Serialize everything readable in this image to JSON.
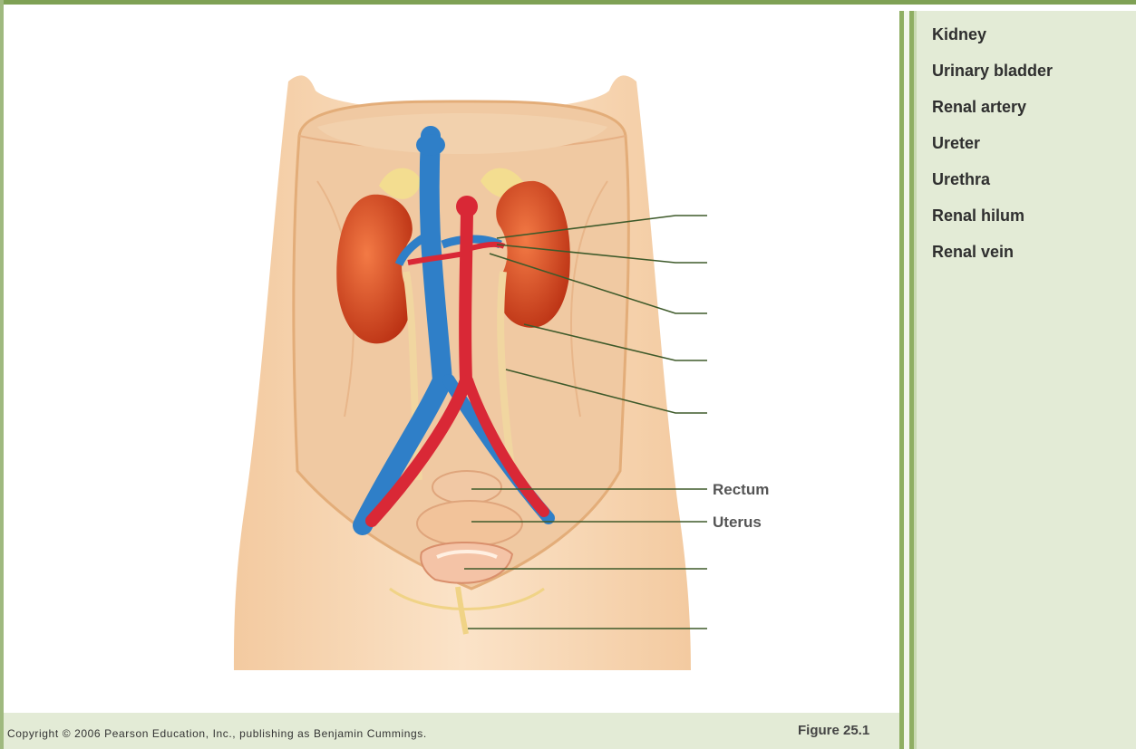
{
  "figure": {
    "copyright": "Copyright © 2006 Pearson Education, Inc., publishing as Benjamin Cummings.",
    "figure_number": "Figure 25.1",
    "labels": {
      "rectum": "Rectum",
      "uterus": "Uterus"
    }
  },
  "terms": [
    "Kidney",
    "Urinary bladder",
    "Renal artery",
    "Ureter",
    "Urethra",
    "Renal hilum",
    "Renal vein"
  ],
  "colors": {
    "accent_green": "#8fae63",
    "panel_bg": "#e3ebd6",
    "skin": "#f7d6b2",
    "kidney": "#d9461e",
    "vein": "#2f7fc8",
    "artery": "#d92836"
  }
}
